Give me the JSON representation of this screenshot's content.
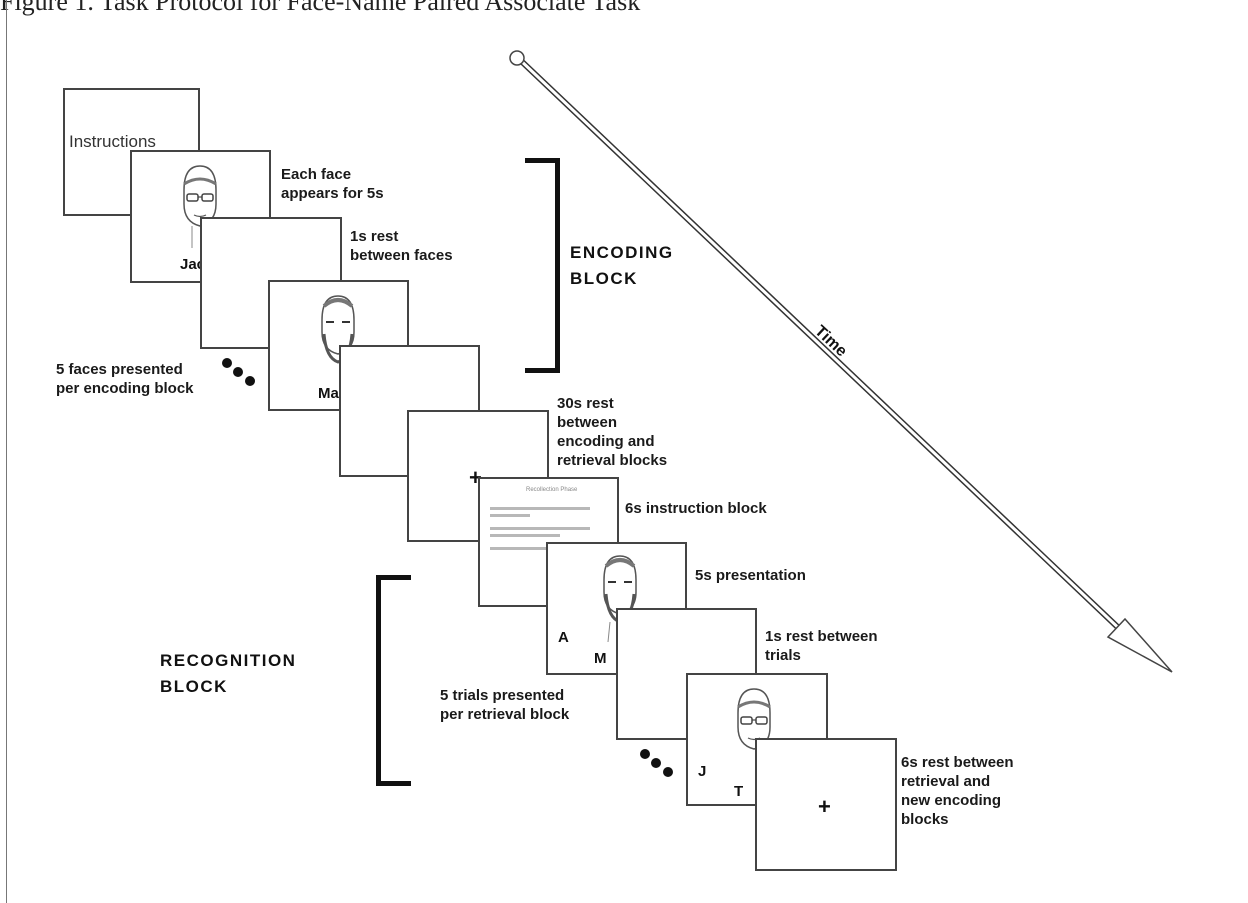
{
  "caption": "Figure 1. Task Protocol for Face-Name Paired Associate Task",
  "time_label": "Time",
  "instructions_label": "Instructions",
  "instruction_screen_title": "Recollection Phase",
  "notes": {
    "face_duration": "Each face\nappears for 5s",
    "rest_between_faces": "1s rest\nbetween faces",
    "faces_per_block": "5 faces presented\nper encoding block",
    "rest_between_blocks": "30s rest\nbetween\nencoding and\nretrieval blocks",
    "instruction_block": "6s instruction block",
    "presentation": "5s presentation",
    "rest_between_trials": "1s rest between\ntrials",
    "trials_per_block": "5 trials presented\nper retrieval block",
    "final_rest": "6s rest between\nretrieval and\nnew encoding\nblocks"
  },
  "block_labels": {
    "encoding": "ENCODING\nBLOCK",
    "recognition": "RECOGNITION\nBLOCK"
  },
  "slide_names": {
    "encoding_face_1": "Jack",
    "encoding_face_2": "Mark",
    "recog_left_1": "A",
    "recog_right_1": "M",
    "recog_left_2": "J",
    "recog_right_2": "T"
  },
  "fixation_symbol": "+"
}
